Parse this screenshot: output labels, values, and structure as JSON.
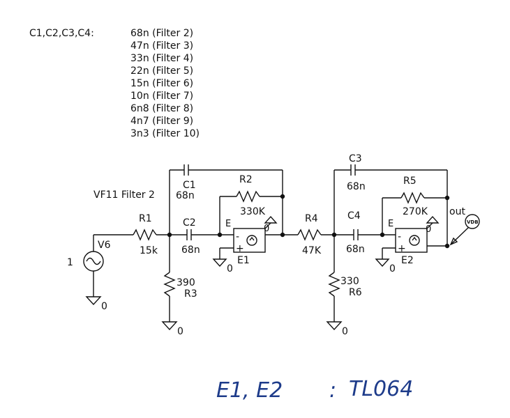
{
  "legend": {
    "header": "C1,C2,C3,C4:",
    "entries": [
      "68n (Filter 2)",
      "47n (Filter 3)",
      "33n (Filter 4)",
      "22n (Filter 5)",
      "15n (Filter 6)",
      "10n (Filter 7)",
      "6n8 (Filter 8)",
      "4n7 (Filter 9)",
      "3n3 (Filter 10)"
    ]
  },
  "circuit": {
    "title": "VF11 Filter 2",
    "source": {
      "name": "V6",
      "value": "1"
    },
    "R1": {
      "name": "R1",
      "value": "15k"
    },
    "R2": {
      "name": "R2",
      "value": "330K"
    },
    "R3": {
      "name": "R3",
      "value": "390"
    },
    "R4": {
      "name": "R4",
      "value": "47K"
    },
    "R5": {
      "name": "R5",
      "value": "270K"
    },
    "R6": {
      "name": "R6",
      "value": "330"
    },
    "C1": {
      "name": "C1",
      "value": "68n"
    },
    "C2": {
      "name": "C2",
      "value": "68n"
    },
    "C3": {
      "name": "C3",
      "value": "68n"
    },
    "C4": {
      "name": "C4",
      "value": "68n"
    },
    "E1": {
      "name": "E1",
      "pin": "E",
      "minus": "-",
      "plus": "+"
    },
    "E2": {
      "name": "E2",
      "pin": "E",
      "minus": "-",
      "plus": "+"
    },
    "ground_label": "0",
    "output_label": "out",
    "probe_label": "VDB"
  },
  "note": {
    "left": "E1, E2",
    "separator": ":",
    "right": "TL064"
  }
}
